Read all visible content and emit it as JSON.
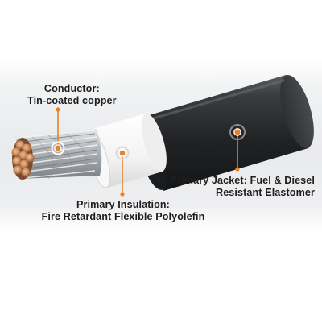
{
  "labels": {
    "conductor": {
      "line1": "Conductor:",
      "line2": "Tin-coated copper"
    },
    "insulation": {
      "line1": "Primary Insulation:",
      "line2": "Fire Retardant Flexible Polyolefin"
    },
    "jacket": {
      "line1": "Primary Jacket: Fuel & Diesel",
      "line2": "Resistant Elastomer"
    }
  },
  "colors": {
    "accent": "#e8822a",
    "jacket": "#2a2b2d",
    "insulation": "#f6f6f6",
    "copper": "#c98a5a",
    "strands": "#b9bdc2",
    "text": "#1e1e1e"
  }
}
